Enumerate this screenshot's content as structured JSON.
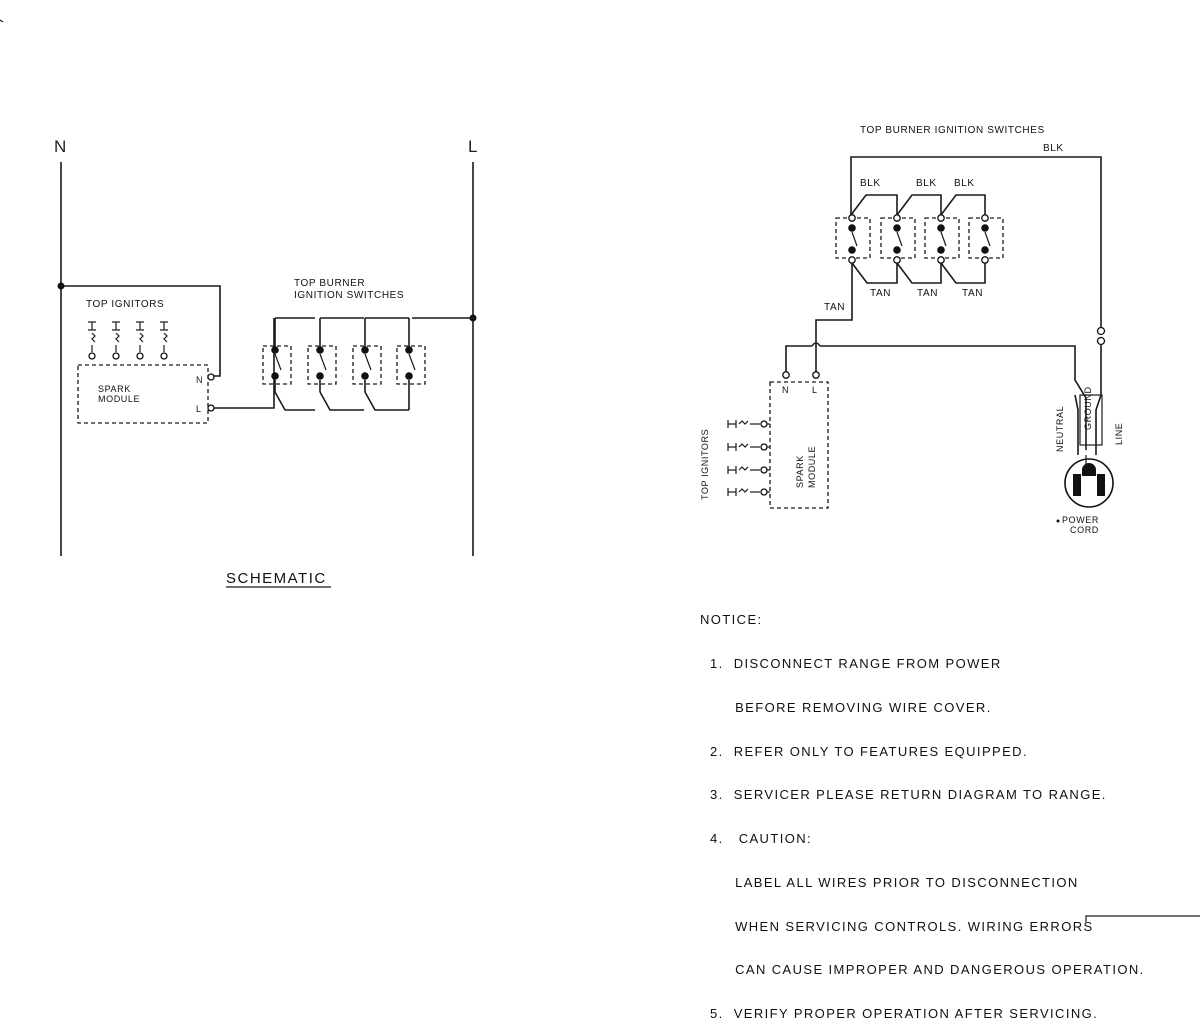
{
  "schematic": {
    "n_label": "N",
    "l_label": "L",
    "title": "SCHEMATIC",
    "top_ignitors": "TOP IGNITORS",
    "spark_module_line1": "SPARK",
    "spark_module_line2": "MODULE",
    "module_n": "N",
    "module_l": "L",
    "switches_line1": "TOP BURNER",
    "switches_line2": "IGNITION SWITCHES"
  },
  "wiring": {
    "switches_title": "TOP BURNER IGNITION SWITCHES",
    "blk_top": "BLK",
    "blk_labels": [
      "BLK",
      "BLK",
      "BLK"
    ],
    "tan_labels": [
      "TAN",
      "TAN",
      "TAN"
    ],
    "tan_left": "TAN",
    "module_n": "N",
    "module_l": "L",
    "spark_module_line1": "SPARK",
    "spark_module_line2": "MODULE",
    "top_ignitors": "TOP IGNITORS",
    "neutral": "NEUTRAL",
    "ground": "GROUND",
    "line": "LINE",
    "power_cord_line1": "POWER",
    "power_cord_line2": "CORD"
  },
  "notice": {
    "heading": "NOTICE:",
    "lines": [
      "  1.  DISCONNECT RANGE FROM POWER",
      "       BEFORE REMOVING WIRE COVER.",
      "  2.  REFER ONLY TO FEATURES EQUIPPED.",
      "  3.  SERVICER PLEASE RETURN DIAGRAM TO RANGE.",
      "  4.   CAUTION:",
      "       LABEL ALL WIRES PRIOR TO DISCONNECTION",
      "       WHEN SERVICING CONTROLS. WIRING ERRORS",
      "       CAN CAUSE IMPROPER AND DANGEROUS OPERATION.",
      "  5.  VERIFY PROPER OPERATION AFTER SERVICING."
    ]
  }
}
